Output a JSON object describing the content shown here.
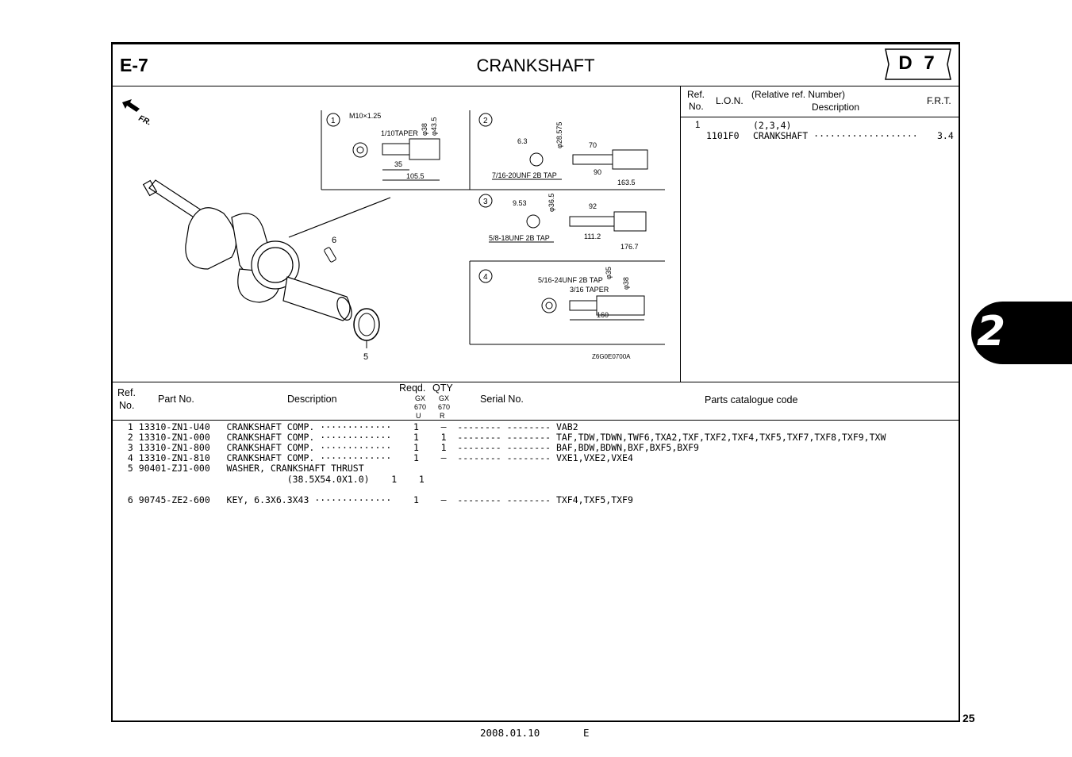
{
  "header": {
    "section_code": "E-7",
    "title": "CRANKSHAFT",
    "drawing_code": "D 7"
  },
  "figure": {
    "direction_label": "FR.",
    "drawing_id": "Z6G0E0700A",
    "callouts": [
      "1",
      "2",
      "3",
      "4",
      "5",
      "6"
    ],
    "detail1": {
      "thread": "M10×1.25",
      "taper": "1/10TAPER",
      "dia1": "φ38",
      "dia2": "φ43.5",
      "len1": "35",
      "len2": "105.5"
    },
    "detail2": {
      "d1": "6.3",
      "dia": "φ28.575",
      "len1": "70",
      "len2": "90",
      "len3": "163.5",
      "thread": "7/16-20UNF 2B TAP"
    },
    "detail3": {
      "d1": "9.53",
      "dia": "φ36.5",
      "len1": "92",
      "len2": "111.2",
      "len3": "176.7",
      "thread": "5/8-18UNF 2B TAP"
    },
    "detail4": {
      "thread": "5/16-24UNF 2B TAP",
      "dia1": "φ35",
      "dia2": "φ38",
      "taper": "3/16 TAPER",
      "len1": "160"
    }
  },
  "ref_panel": {
    "headers": {
      "ref_no_1": "Ref.",
      "ref_no_2": "No.",
      "lon": "L.O.N.",
      "rel_ref": "(Relative ref. Number)",
      "description": "Description",
      "frt": "F.R.T."
    },
    "rows": [
      {
        "ref": "1",
        "rel": "(2,3,4)",
        "lon": "1101F0",
        "desc": "CRANKSHAFT ···················",
        "frt": "3.4"
      }
    ]
  },
  "parts_table": {
    "headers": {
      "ref_1": "Ref.",
      "ref_2": "No.",
      "part_no": "Part  No.",
      "description": "Description",
      "reqd": "Reqd.",
      "qty": "QTY",
      "gx_u": "GX",
      "gx_u_model": "670",
      "gx_u_suffix": "U",
      "gx_r": "GX",
      "gx_r_model": "670",
      "gx_r_suffix": "R",
      "serial": "Serial  No.",
      "catalogue": "Parts  catalogue  code"
    },
    "rows": [
      {
        "text": " 1 13310-ZN1-U40   CRANKSHAFT COMP. ·············    1    –  -------- -------- VAB2"
      },
      {
        "text": " 2 13310-ZN1-000   CRANKSHAFT COMP. ·············    1    1  -------- -------- TAF,TDW,TDWN,TWF6,TXA2,TXF,TXF2,TXF4,TXF5,TXF7,TXF8,TXF9,TXW"
      },
      {
        "text": " 3 13310-ZN1-800   CRANKSHAFT COMP. ·············    1    1  -------- -------- BAF,BDW,BDWN,BXF,BXF5,BXF9"
      },
      {
        "text": " 4 13310-ZN1-810   CRANKSHAFT COMP. ·············    1    –  -------- -------- VXE1,VXE2,VXE4"
      },
      {
        "text": " 5 90401-ZJ1-000   WASHER, CRANKSHAFT THRUST"
      },
      {
        "text": "                              (38.5X54.0X1.0)    1    1"
      },
      {
        "text": " 6 90745-ZE2-600   KEY, 6.3X6.3X43 ··············    1    –  -------- -------- TXF4,TXF5,TXF9"
      }
    ]
  },
  "side_tab": "2",
  "page_number": "25",
  "footer": {
    "date": "2008.01.10",
    "lang": "E"
  }
}
